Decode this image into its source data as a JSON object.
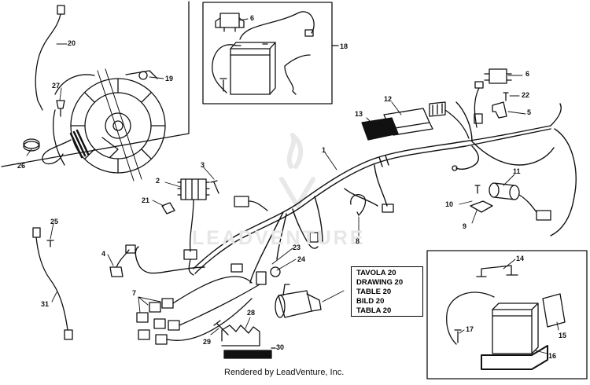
{
  "legend": {
    "lines": [
      "TAVOLA 20",
      "DRAWING 20",
      "TABLE 20",
      "BILD 20",
      "TABLA 20"
    ]
  },
  "footer": {
    "rendered_by": "Rendered by LeadVenture, Inc."
  },
  "watermark": {
    "text": "LEADVENTURE"
  },
  "callouts": {
    "c1": "1",
    "c2": "2",
    "c3": "3",
    "c4": "4",
    "c5": "5",
    "c6a": "6",
    "c6b": "6",
    "c7": "7",
    "c8": "8",
    "c9": "9",
    "c10": "10",
    "c11": "11",
    "c12": "12",
    "c13": "13",
    "c14": "14",
    "c15": "15",
    "c16": "16",
    "c17": "17",
    "c18": "18",
    "c19": "19",
    "c20": "20",
    "c21": "21",
    "c22": "22",
    "c23": "23",
    "c24": "24",
    "c25": "25",
    "c26": "26",
    "c27": "27",
    "c28": "28",
    "c29": "29",
    "c30": "30",
    "c31": "31"
  },
  "colors": {
    "line": "#111111",
    "watermark": "#e6e6e6"
  }
}
